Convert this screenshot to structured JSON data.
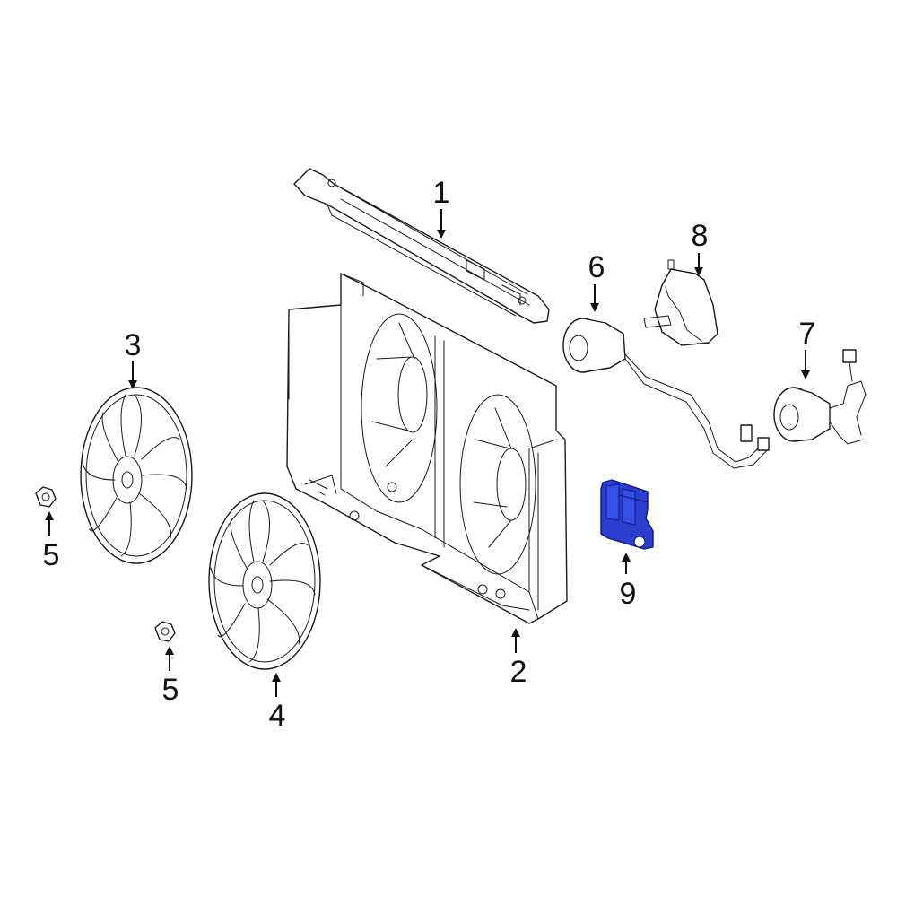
{
  "callouts": [
    {
      "id": "1",
      "label": "1"
    },
    {
      "id": "2",
      "label": "2"
    },
    {
      "id": "3",
      "label": "3"
    },
    {
      "id": "4",
      "label": "4"
    },
    {
      "id": "5a",
      "label": "5"
    },
    {
      "id": "5b",
      "label": "5"
    },
    {
      "id": "6",
      "label": "6"
    },
    {
      "id": "7",
      "label": "7"
    },
    {
      "id": "8",
      "label": "8"
    },
    {
      "id": "9",
      "label": "9"
    }
  ],
  "colors": {
    "line": "#1a1a1a",
    "highlight_fill": "#2a3fd0",
    "highlight_stroke": "#0a1a80",
    "background": "#ffffff"
  }
}
